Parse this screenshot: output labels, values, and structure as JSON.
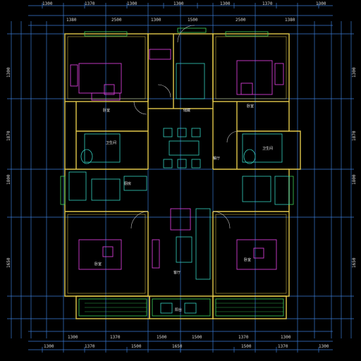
{
  "drawing": {
    "colors": {
      "background": "#000000",
      "dimension": "#3a7bd5",
      "wall": "#e2c84a",
      "furniture": "#d23cd2",
      "fixture": "#35d0c0",
      "text": "#e8e8e8",
      "window": "#3fd35a",
      "stair": "#a0a0a0"
    },
    "dims_top_outer": [
      "1300",
      "1370",
      "1300",
      "1300",
      "1300",
      "1370",
      "1300"
    ],
    "dims_top_inner": [
      "1380",
      "2500",
      "1300",
      "1500",
      "2500",
      "1380"
    ],
    "dims_bottom_inner": [
      "1300",
      "1370",
      "1500",
      "1500",
      "1370",
      "1300"
    ],
    "dims_bottom_outer": [
      "1300",
      "1370",
      "1500",
      "1650",
      "1500",
      "1370",
      "1300"
    ],
    "dims_left": [
      "1300",
      "1870",
      "1800",
      "1650"
    ],
    "dims_right": [
      "1300",
      "1870",
      "1800",
      "1650"
    ],
    "room_labels": {
      "bed_tl": "卧室",
      "study_tr": "卧室",
      "bath_l": "卫生间",
      "kitchen_l": "厨房",
      "dining_c": "餐厅",
      "bath_r": "卫生间",
      "living_c": "客厅",
      "bed_bl": "卧室",
      "bed_br": "卧室",
      "utility_c": "储藏",
      "balcony": "阳台"
    }
  }
}
